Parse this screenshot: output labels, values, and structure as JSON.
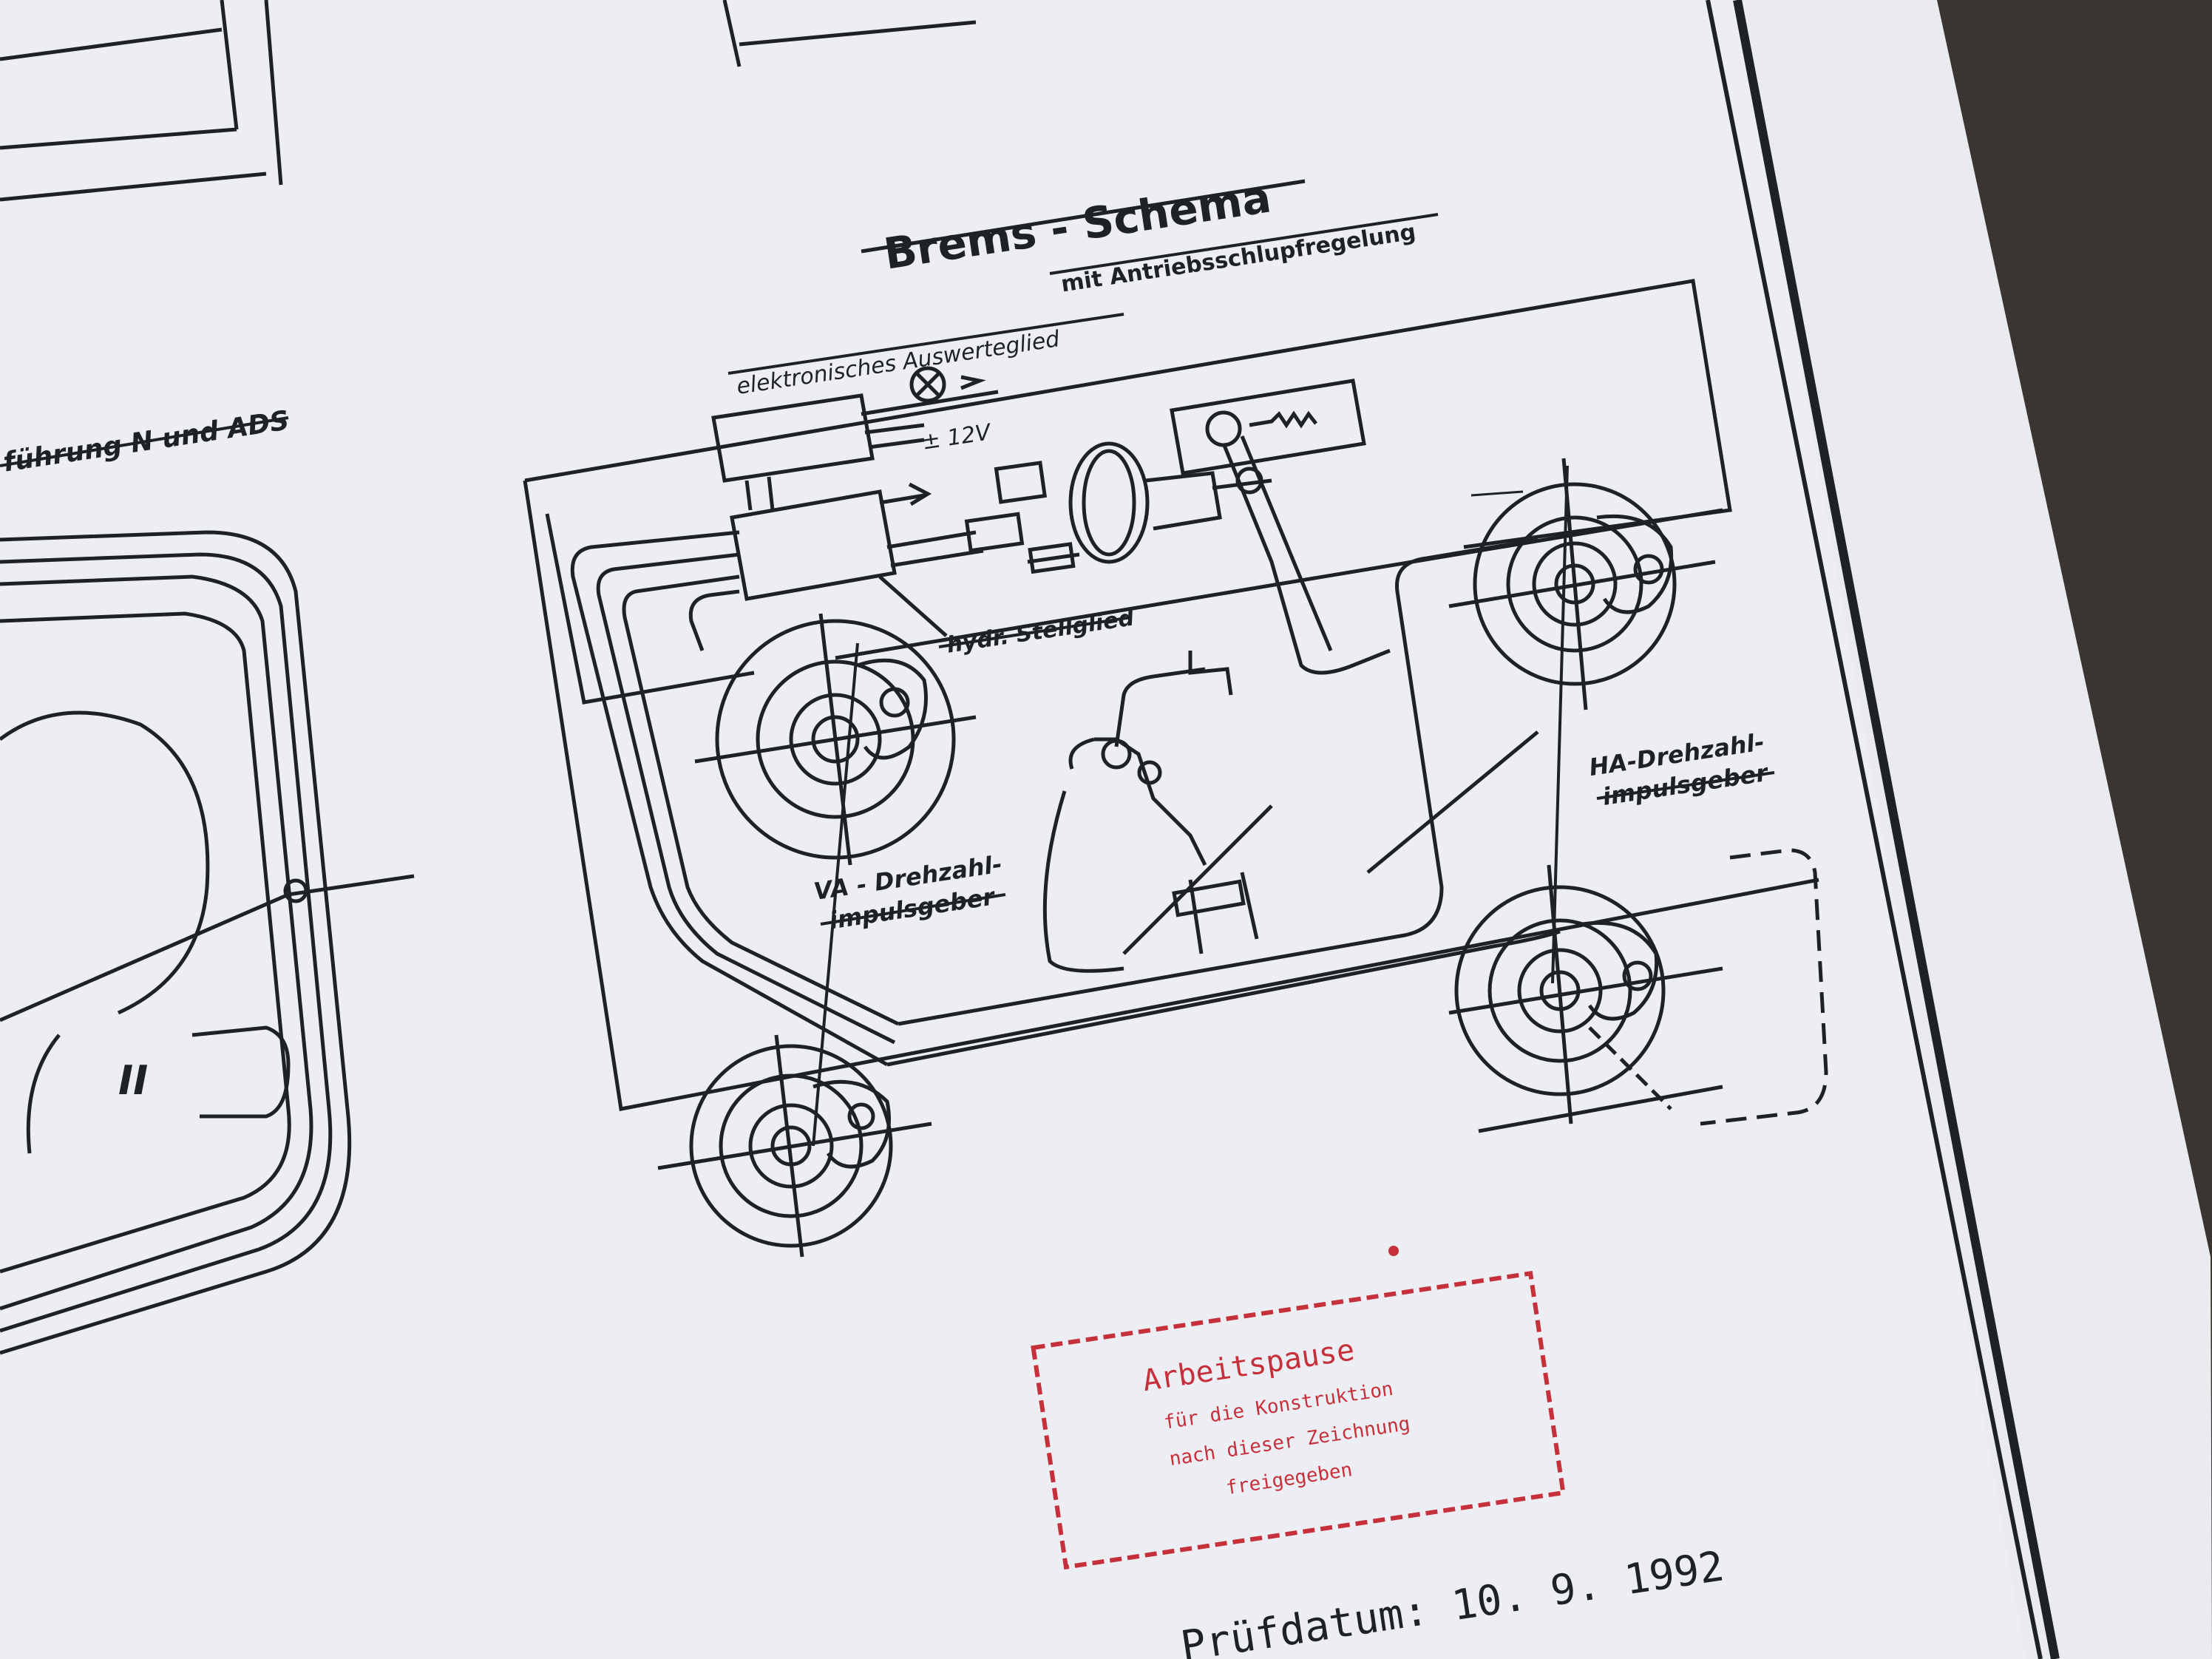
{
  "diagram": {
    "title": "Brems - Schema",
    "subtitle": "mit Antriebsschlupfregelung",
    "left_partial_heading": "führung N und ADS",
    "labels": {
      "evaluator": "elektronisches Auswerteglied",
      "voltage": "± 12V",
      "actuator": "hydr. Stellglied",
      "front_sensor_line1": "VA - Drehzahl-",
      "front_sensor_line2": "impulsgeber",
      "rear_sensor_line1": "HA-Drehzahl-",
      "rear_sensor_line2": "impulsgeber",
      "roman_numeral": "II"
    }
  },
  "stamp": {
    "line1": "Arbeitspause",
    "line2": "für die Konstruktion",
    "line3": "nach dieser Zeichnung",
    "line4": "freigegeben"
  },
  "footer": {
    "pruefdatum": "Prüfdatum: 10. 9. 1992"
  },
  "colors": {
    "paper": "#eceef3",
    "ink": "#1e2126",
    "stamp_red": "#c6303a",
    "background": "#3a3531"
  }
}
